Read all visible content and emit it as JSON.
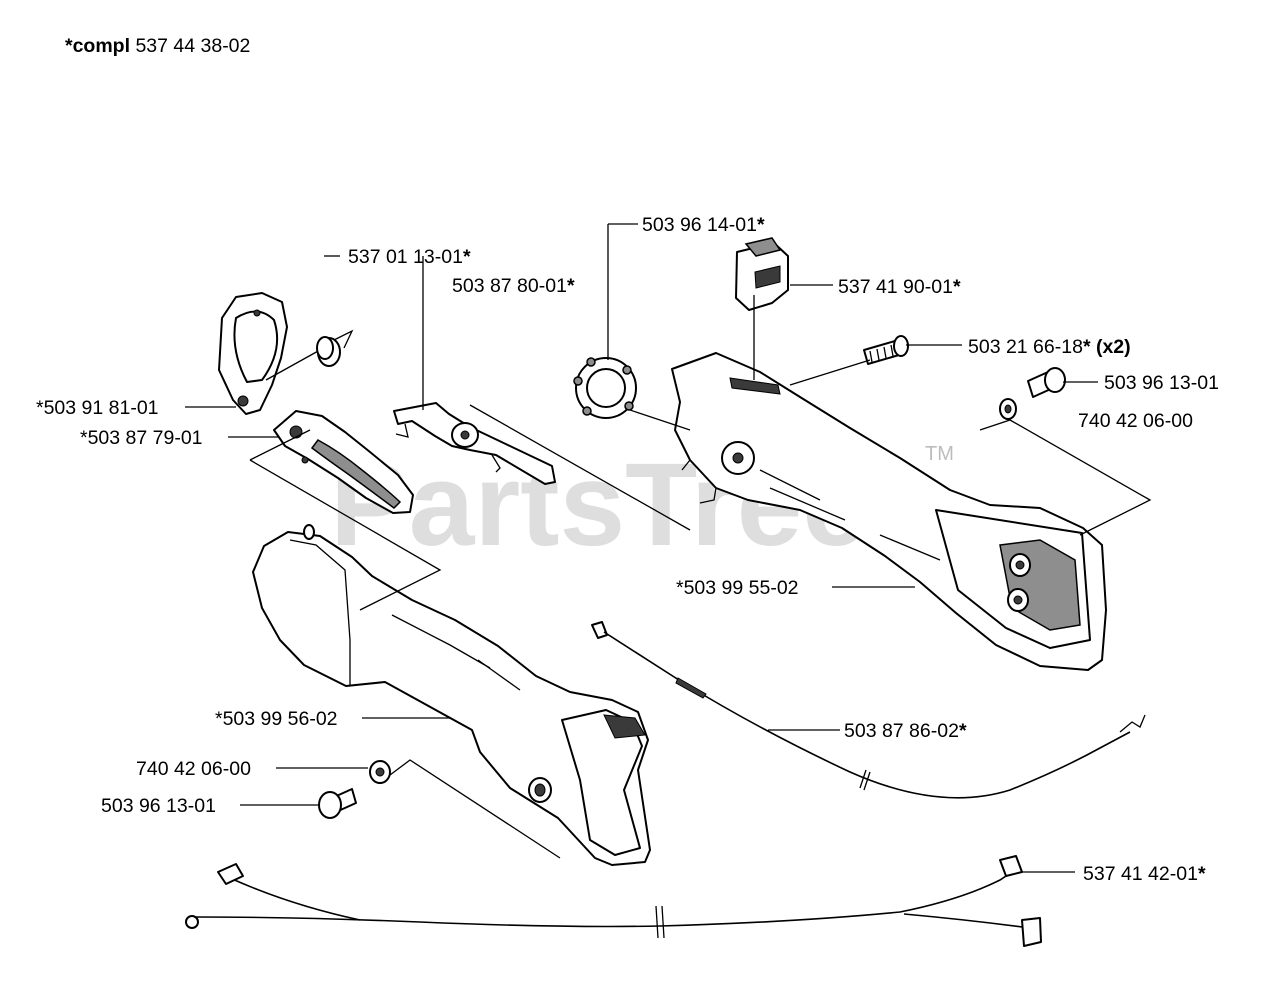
{
  "header": {
    "compl_prefix": "*compl",
    "compl_number": "537 44 38-02"
  },
  "watermark": {
    "text": "PartsTree",
    "trademark": "TM"
  },
  "callouts": [
    {
      "number": "537 01 13-01",
      "suffix": "*"
    },
    {
      "number": "503 87 80-01",
      "suffix": "*"
    },
    {
      "number": "503 96 14-01",
      "suffix": "*"
    },
    {
      "number": "537 41 90-01",
      "suffix": "*"
    },
    {
      "number": "503 21 66-18",
      "suffix": "* (x2)"
    },
    {
      "number": "503 96 13-01",
      "suffix": ""
    },
    {
      "number": "740 42 06-00",
      "suffix": ""
    },
    {
      "number": "*503 91 81-01",
      "suffix": ""
    },
    {
      "number": "*503 87 79-01",
      "suffix": ""
    },
    {
      "number": "*503 99 55-02",
      "suffix": ""
    },
    {
      "number": "*503 99 56-02",
      "suffix": ""
    },
    {
      "number": "503 87 86-02",
      "suffix": "*"
    },
    {
      "number": "740 42 06-00",
      "suffix": ""
    },
    {
      "number": "503 96 13-01",
      "suffix": ""
    },
    {
      "number": "537 41 42-01",
      "suffix": "*"
    }
  ]
}
